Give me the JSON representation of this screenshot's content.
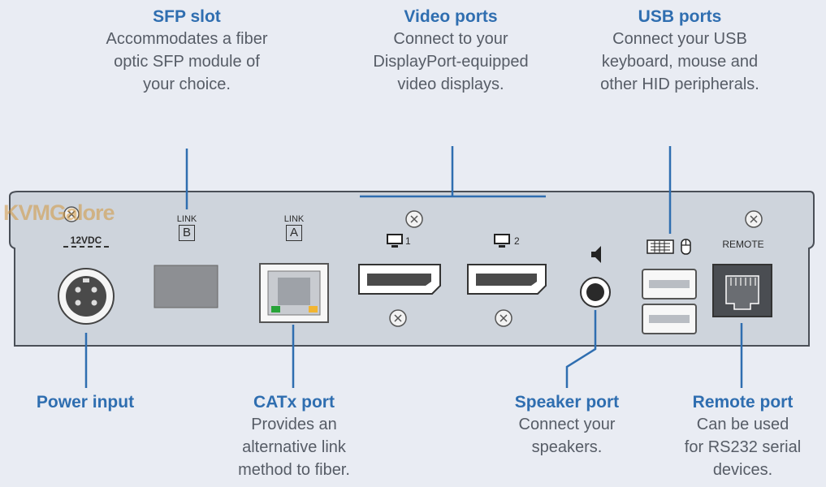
{
  "callouts": {
    "sfp": {
      "title": "SFP slot",
      "desc": "Accommodates a fiber\noptic SFP module of\nyour choice."
    },
    "video": {
      "title": "Video ports",
      "desc": "Connect to your\nDisplayPort-equipped\nvideo displays."
    },
    "usb": {
      "title": "USB ports",
      "desc": "Connect your USB\nkeyboard, mouse and\nother HID peripherals."
    },
    "power": {
      "title": "Power input"
    },
    "catx": {
      "title": "CATx port",
      "desc": "Provides an\nalternative link\nmethod to fiber."
    },
    "speaker": {
      "title": "Speaker port",
      "desc": "Connect your\nspeakers."
    },
    "remote": {
      "title": "Remote port",
      "desc": "Can be used\nfor RS232 serial\ndevices."
    }
  },
  "panel_labels": {
    "power": "12VDC",
    "link_b_word": "LINK",
    "link_b_letter": "B",
    "link_a_word": "LINK",
    "link_a_letter": "A",
    "video1": "1",
    "video2": "2",
    "remote": "REMOTE"
  },
  "watermark": "KVMGalore",
  "colors": {
    "accent": "#2f6eb0",
    "panel": "#ced4dc",
    "background": "#e9ecf3"
  }
}
